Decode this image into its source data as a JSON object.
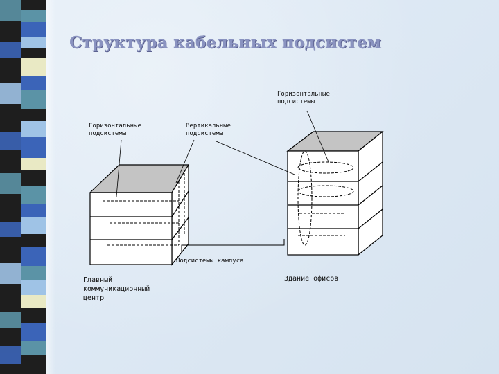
{
  "slide": {
    "title": "Структура кабельных подсистем"
  },
  "labels": {
    "horizontal_top": [
      "Горизонтальные",
      "подсистемы"
    ],
    "horizontal_left": [
      "Горизонтальные",
      "подсистемы"
    ],
    "vertical": [
      "Вертикальные",
      "подсистемы"
    ],
    "campus": "Подсистемы кампуса",
    "main_center": [
      "Главный",
      "коммуникационный",
      "центр"
    ],
    "office_building": "Здание офисов"
  },
  "colors": {
    "stripes": [
      "#1e1e1e",
      "#3b64b8",
      "#5b93a6",
      "#e9e9c4",
      "#9fc3e6"
    ],
    "roof": "#c4c4c4",
    "face": "#ffffff"
  }
}
